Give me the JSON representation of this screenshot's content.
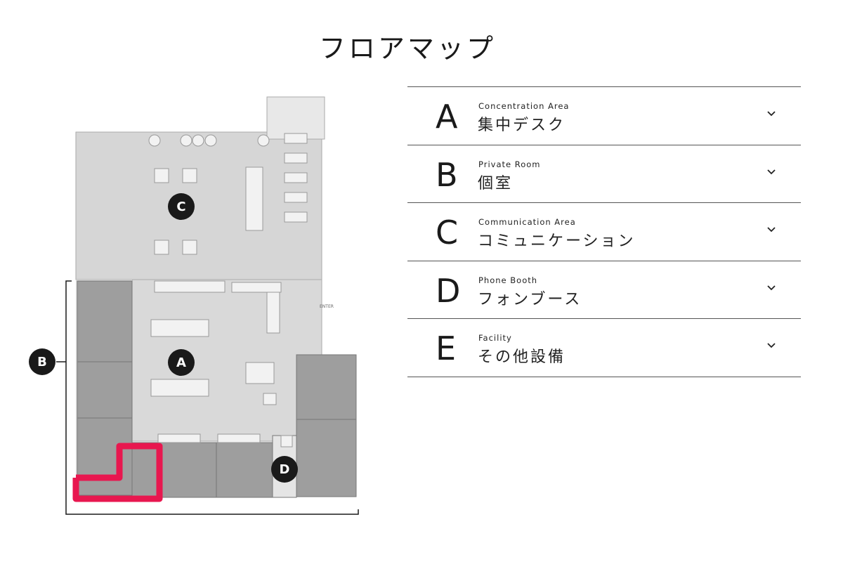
{
  "title": "フロアマップ",
  "map": {
    "badges": {
      "a": "A",
      "b": "B",
      "c": "C",
      "d": "D"
    },
    "enter_label": "ENTER",
    "colors": {
      "room_gray": "#9e9e9e",
      "floor_light": "#d6d6d6",
      "highlight": "#e8174f",
      "badge": "#1a1a1a"
    }
  },
  "areas": [
    {
      "letter": "A",
      "sub": "Concentration Area",
      "name": "集中デスク"
    },
    {
      "letter": "B",
      "sub": "Private Room",
      "name": "個室"
    },
    {
      "letter": "C",
      "sub": "Communication Area",
      "name": "コミュニケーション"
    },
    {
      "letter": "D",
      "sub": "Phone Booth",
      "name": "フォンブース"
    },
    {
      "letter": "E",
      "sub": "Facility",
      "name": "その他設備"
    }
  ]
}
